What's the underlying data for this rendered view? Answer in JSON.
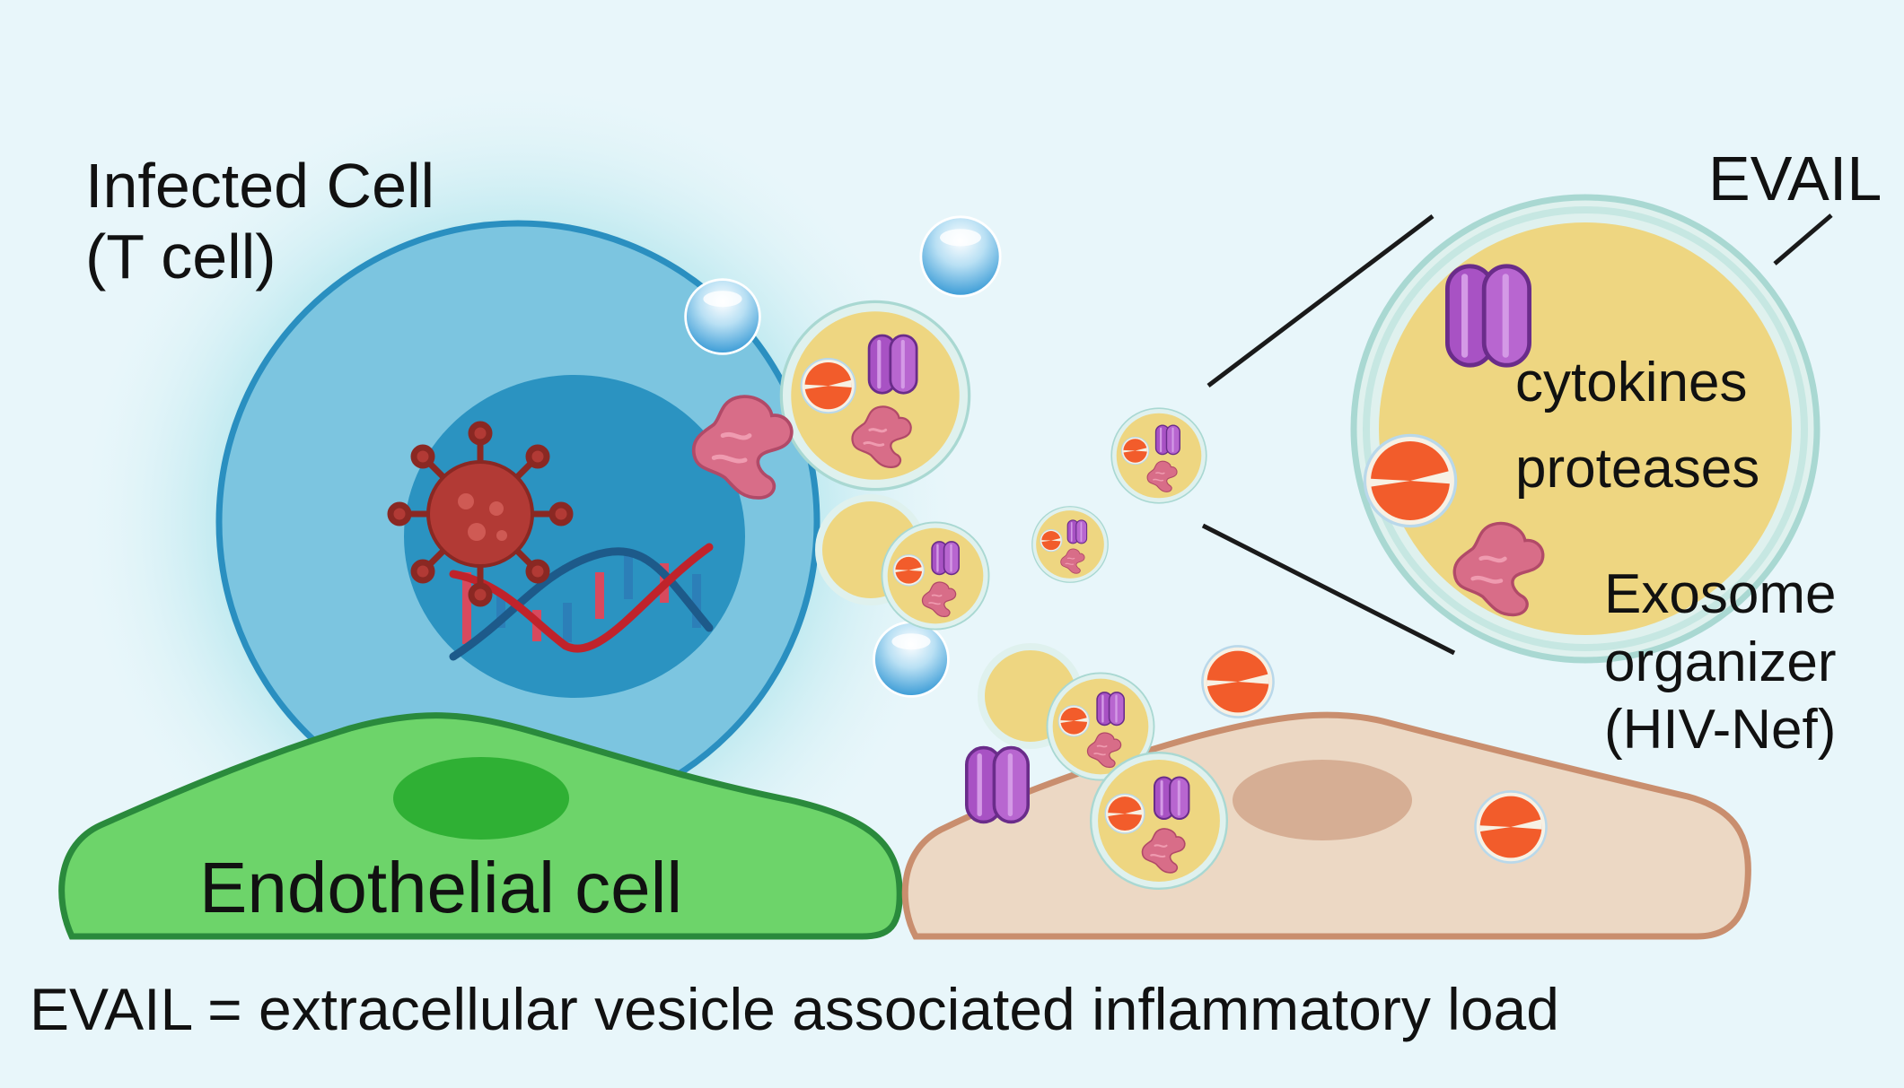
{
  "labels": {
    "infected_cell_line1": "Infected Cell",
    "infected_cell_line2": "(T cell)",
    "evail": "EVAIL",
    "cytokines": "cytokines",
    "proteases": "proteases",
    "exosome_line1": "Exosome",
    "exosome_line2": "organizer",
    "exosome_line3": "(HIV-Nef)",
    "endothelial": "Endothelial cell",
    "footnote": "EVAIL = extracellular vesicle associated inflammatory load"
  },
  "colors": {
    "background": "#e8f6fa",
    "t_cell_fill": "#7cc5e0",
    "t_cell_border": "#2a8fc0",
    "nucleus": "#2b93c1",
    "virus": "#b23a35",
    "dna_red": "#c0232b",
    "dna_blue": "#1d5a8a",
    "endothelial_fill": "#6dd46a",
    "endothelial_border": "#2a8a3c",
    "endothelial_nucleus": "#2fb034",
    "tissue_cell_fill": "#ecd8c4",
    "tissue_cell_border": "#c98e6e",
    "tissue_nucleus": "#d6ae94",
    "vesicle_fill": "#eed681",
    "vesicle_membrane": "#bfe3dd",
    "cytokine": "#b15fca",
    "protease": "#f05a2a",
    "nef_protein": "#d86d88",
    "bubble": "#4da8dc"
  },
  "icons": [
    "virus-icon",
    "dna-helix-icon",
    "cytokine-icon",
    "protease-icon",
    "nef-protein-icon",
    "vesicle-icon",
    "bubble-icon"
  ]
}
